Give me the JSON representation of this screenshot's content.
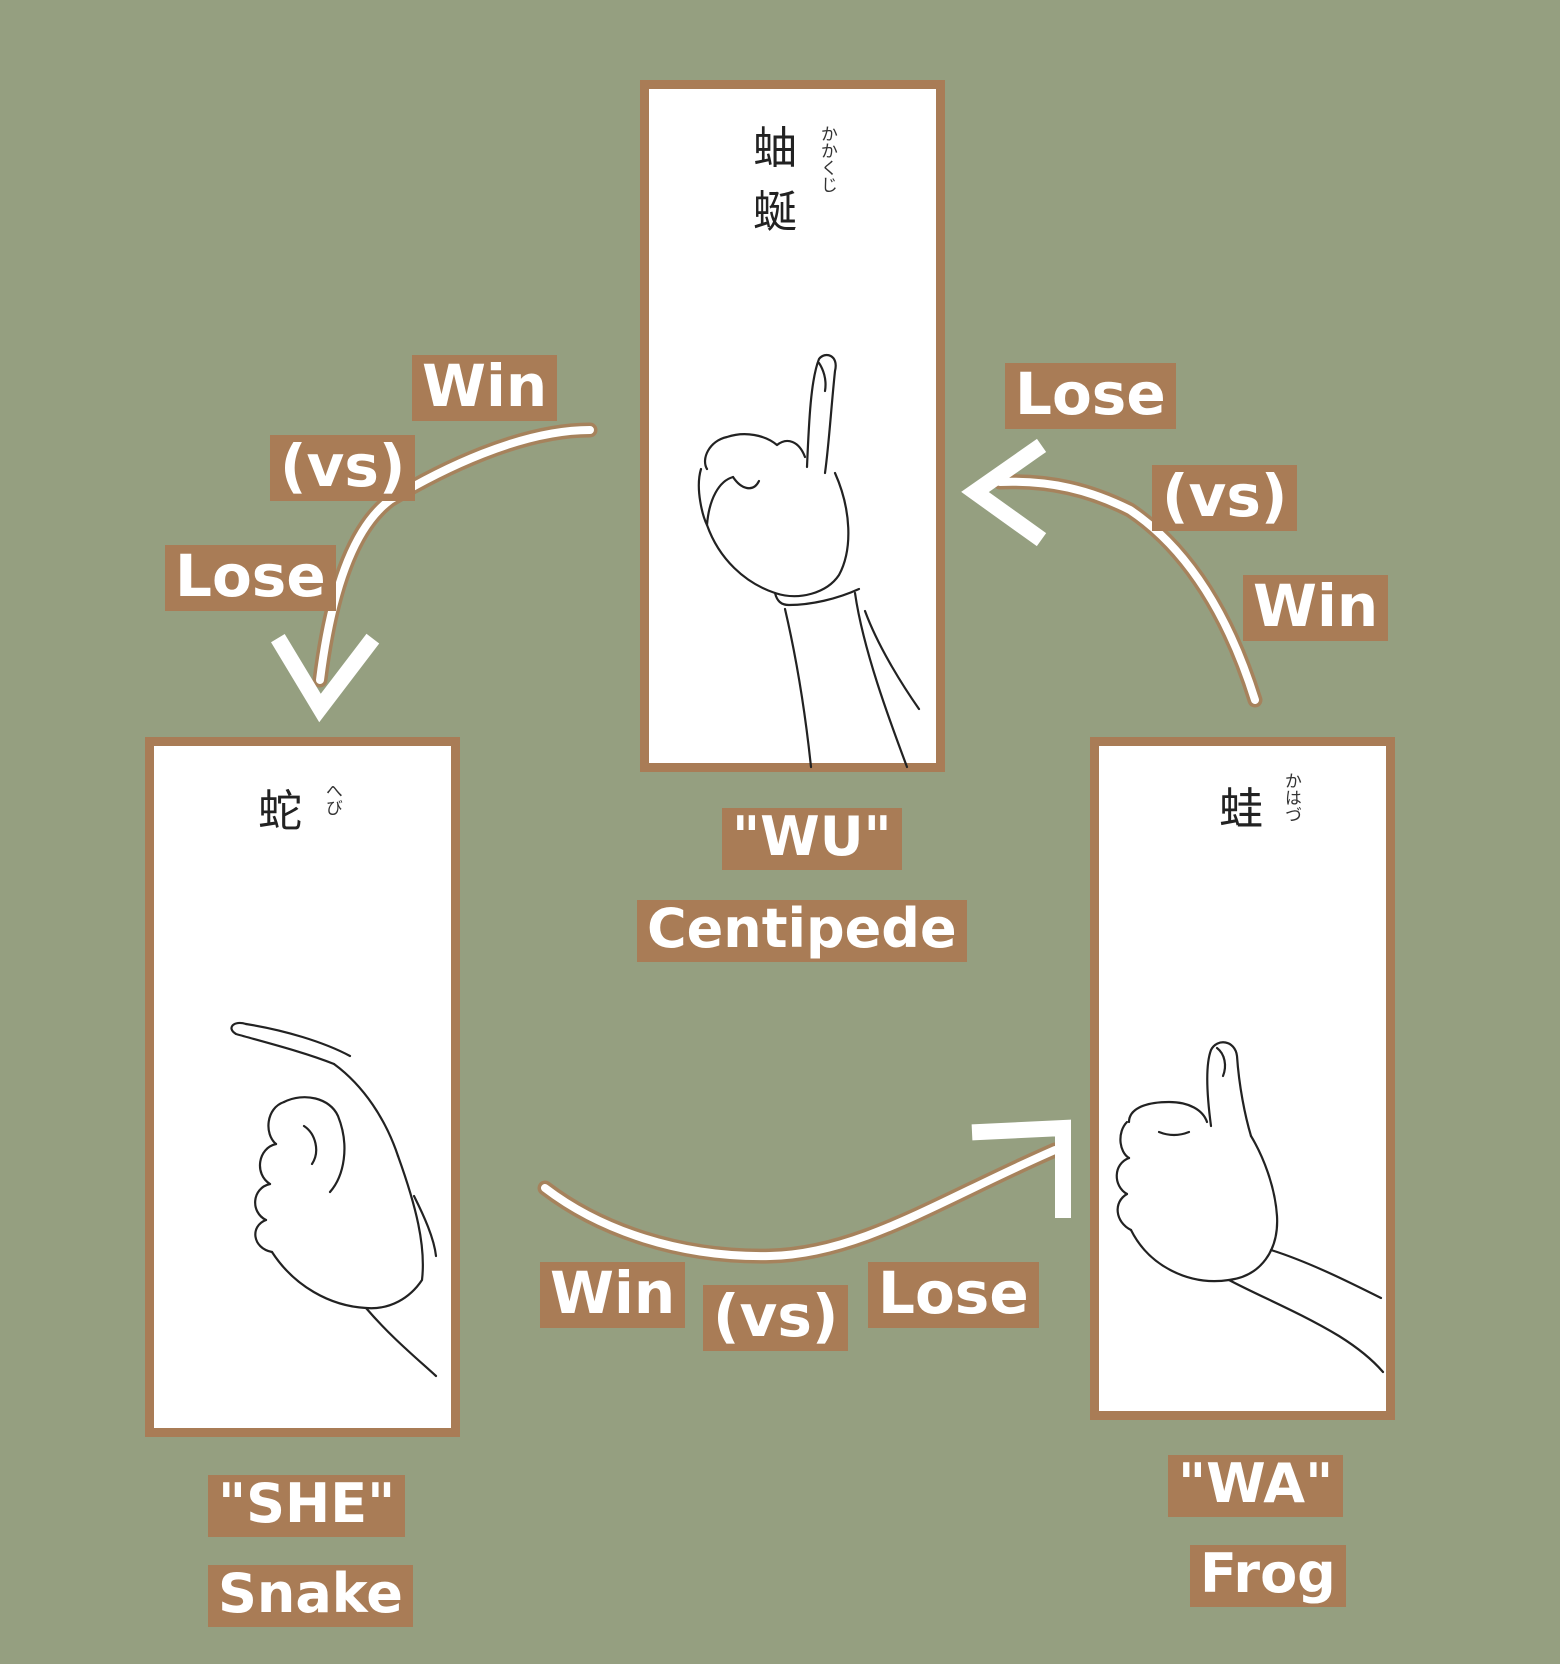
{
  "cards": {
    "centipede": {
      "kanji_1": "蚰",
      "kanji_2": "蜒",
      "furigana": "かかくじ"
    },
    "snake": {
      "kanji": "蛇",
      "furigana": "へび"
    },
    "frog": {
      "kanji": "蛙",
      "furigana": "かはづ"
    }
  },
  "names": {
    "wu": {
      "sound": "\"WU\"",
      "animal": "Centipede"
    },
    "she": {
      "sound": "\"SHE\"",
      "animal": "Snake"
    },
    "wa": {
      "sound": "\"WA\"",
      "animal": "Frog"
    }
  },
  "relations": {
    "left": {
      "win": "Win",
      "vs": "(vs)",
      "lose": "Lose"
    },
    "right": {
      "lose": "Lose",
      "vs": "(vs)",
      "win": "Win"
    },
    "bottom": {
      "win": "Win",
      "vs": "(vs)",
      "lose": "Lose"
    }
  },
  "colors": {
    "background": "#959f80",
    "label_box": "#a97c56",
    "label_text": "#ffffff",
    "arrow": "#ffffff"
  }
}
